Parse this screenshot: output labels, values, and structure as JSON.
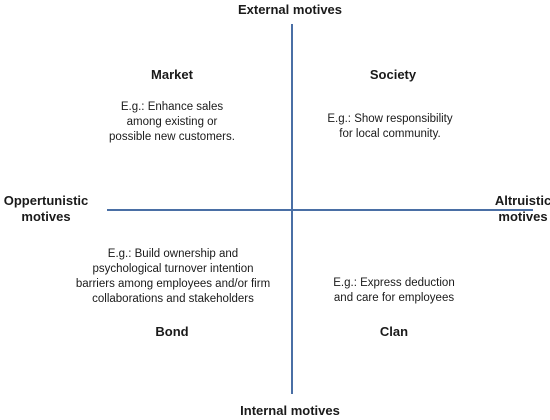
{
  "axes": {
    "top": "External motives",
    "bottom": "Internal motives",
    "left": "Oppertunistic\nmotives",
    "right": "Altruistic\nmotives"
  },
  "quadrants": {
    "market": {
      "title": "Market",
      "text": "E.g.: Enhance sales\namong existing or\npossible new customers."
    },
    "society": {
      "title": "Society",
      "text": "E.g.: Show responsibility\nfor local community."
    },
    "bond": {
      "title": "Bond",
      "text": "E.g.: Build ownership and\npsychological turnover intention\nbarriers among employees and/or firm\ncollaborations and stakeholders"
    },
    "clan": {
      "title": "Clan",
      "text": "E.g.: Express deduction\nand care for employees"
    }
  },
  "colors": {
    "axis": "#4a6fa5",
    "text": "#1a1a1a"
  }
}
